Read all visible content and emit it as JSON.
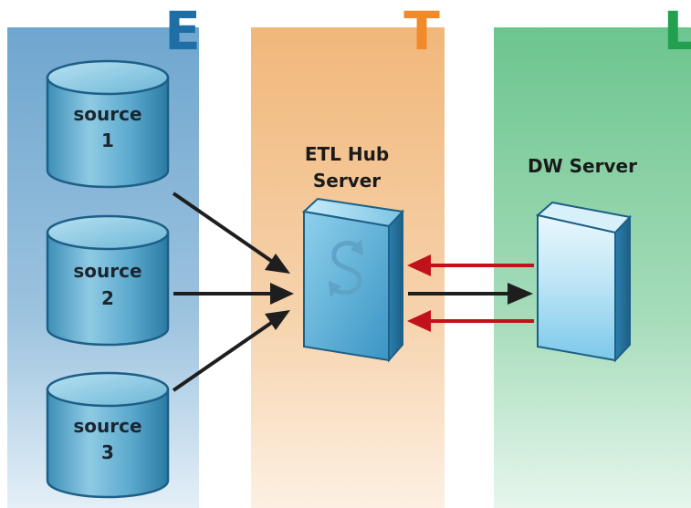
{
  "phases": {
    "extract": {
      "letter": "E",
      "color": "#1f6fa6"
    },
    "transform": {
      "letter": "T",
      "color": "#f08a2a"
    },
    "load": {
      "letter": "L",
      "color": "#22a050"
    }
  },
  "sources": [
    {
      "line1": "source",
      "line2": "1"
    },
    {
      "line1": "source",
      "line2": "2"
    },
    {
      "line1": "source",
      "line2": "3"
    }
  ],
  "etl_server": {
    "line1": "ETL Hub",
    "line2": "Server"
  },
  "dw_server": {
    "label": "DW Server"
  },
  "colors": {
    "extract_band": "#7fb0d4",
    "transform_band": "#f4c795",
    "load_band": "#8ed4a6",
    "flow_arrow": "#1e1e1e",
    "return_arrow": "#c0121a"
  }
}
